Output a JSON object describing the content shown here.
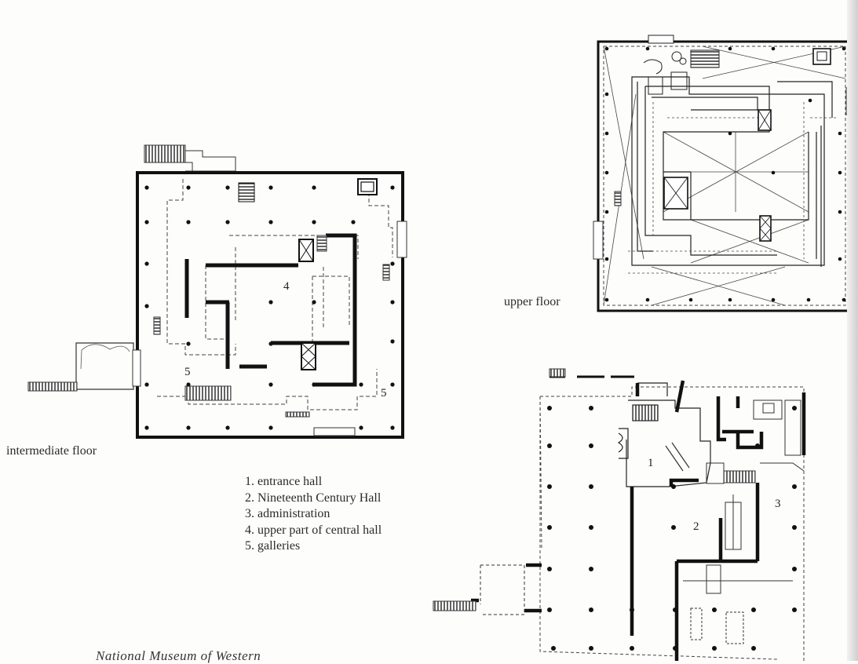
{
  "plans": {
    "intermediate": {
      "label": "intermediate floor",
      "room_numbers": [
        "4",
        "5",
        "5"
      ]
    },
    "upper": {
      "label": "upper floor"
    },
    "ground": {
      "room_numbers": [
        "1",
        "2",
        "3"
      ]
    }
  },
  "legend": {
    "items": [
      "1. entrance hall",
      "2. Nineteenth Century Hall",
      "3. administration",
      "4. upper part of central hall",
      "5. galleries"
    ]
  },
  "caption": "National Museum of Western"
}
